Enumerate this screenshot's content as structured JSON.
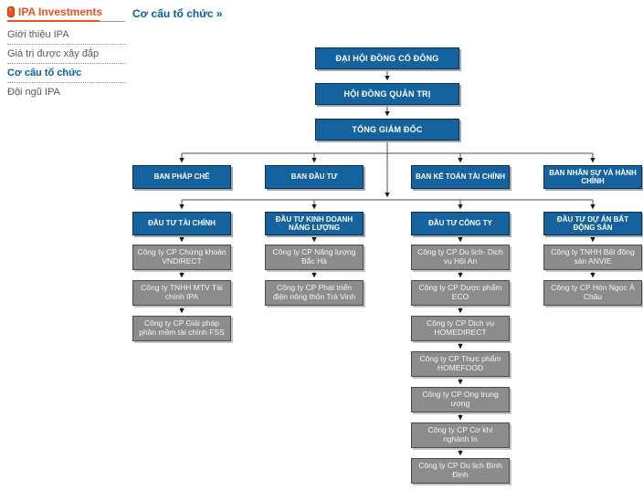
{
  "sidebar": {
    "title": "IPA Investments",
    "items": [
      {
        "label": "Giới thiệu IPA",
        "active": false
      },
      {
        "label": "Giá trị được xây đắp",
        "active": false
      },
      {
        "label": "Cơ cấu tổ chức",
        "active": true
      },
      {
        "label": "Đội ngũ IPA",
        "active": false
      }
    ]
  },
  "header": {
    "breadcrumb": "Cơ cấu tổ chức »"
  },
  "colors": {
    "accent_orange": "#F04F1E",
    "link_blue": "#0060A8",
    "box_blue": "#15639E",
    "box_gray": "#8C8C8C",
    "connector_line": "#4D4D4D"
  },
  "org_chart": {
    "top_chain": [
      "ĐẠI HỘI ĐỒNG CỔ ĐÔNG",
      "HỘI ĐỒNG QUẢN TRỊ",
      "TỔNG GIÁM ĐỐC"
    ],
    "departments": [
      "BAN PHÁP CHẾ",
      "BAN ĐẦU TƯ",
      "BAN KẾ TOÁN TÀI CHÍNH",
      "BAN NHÂN SỰ VÀ HÀNH CHÍNH"
    ],
    "divisions": [
      "ĐẦU TƯ TÀI CHÍNH",
      "ĐẦU TƯ KINH DOANH NĂNG LƯỢNG",
      "ĐẦU TƯ CÔNG TY",
      "ĐẦU TƯ DỰ ÁN BẤT ĐỘNG SẢN"
    ],
    "companies": [
      [
        "Công ty CP Chứng khoán VNDIRECT",
        "Công ty TNHH MTV Tài chính IPA",
        "Công ty CP Giải pháp phần mềm tài chính FSS"
      ],
      [
        "Công ty CP Năng lượng Bắc Hà",
        "Công ty CP Phát triển điện nông thôn Trà Vinh"
      ],
      [
        "Công ty CP Du lịch- Dịch vụ Hội An",
        "Công ty CP Dược phẩm ECO",
        "Công ty CP Dịch vụ HOMEDIRECT",
        "Công ty CP Thực phẩm HOMEFOOD",
        "Công ty CP Ong trung ương",
        "Công ty CP Cơ khí nghành In",
        "Công ty CP Du lịch Bình Định"
      ],
      [
        "Công ty TNHH Bất động sản ANVIE",
        "Công ty CP Hòn Ngọc Á Châu"
      ]
    ]
  }
}
